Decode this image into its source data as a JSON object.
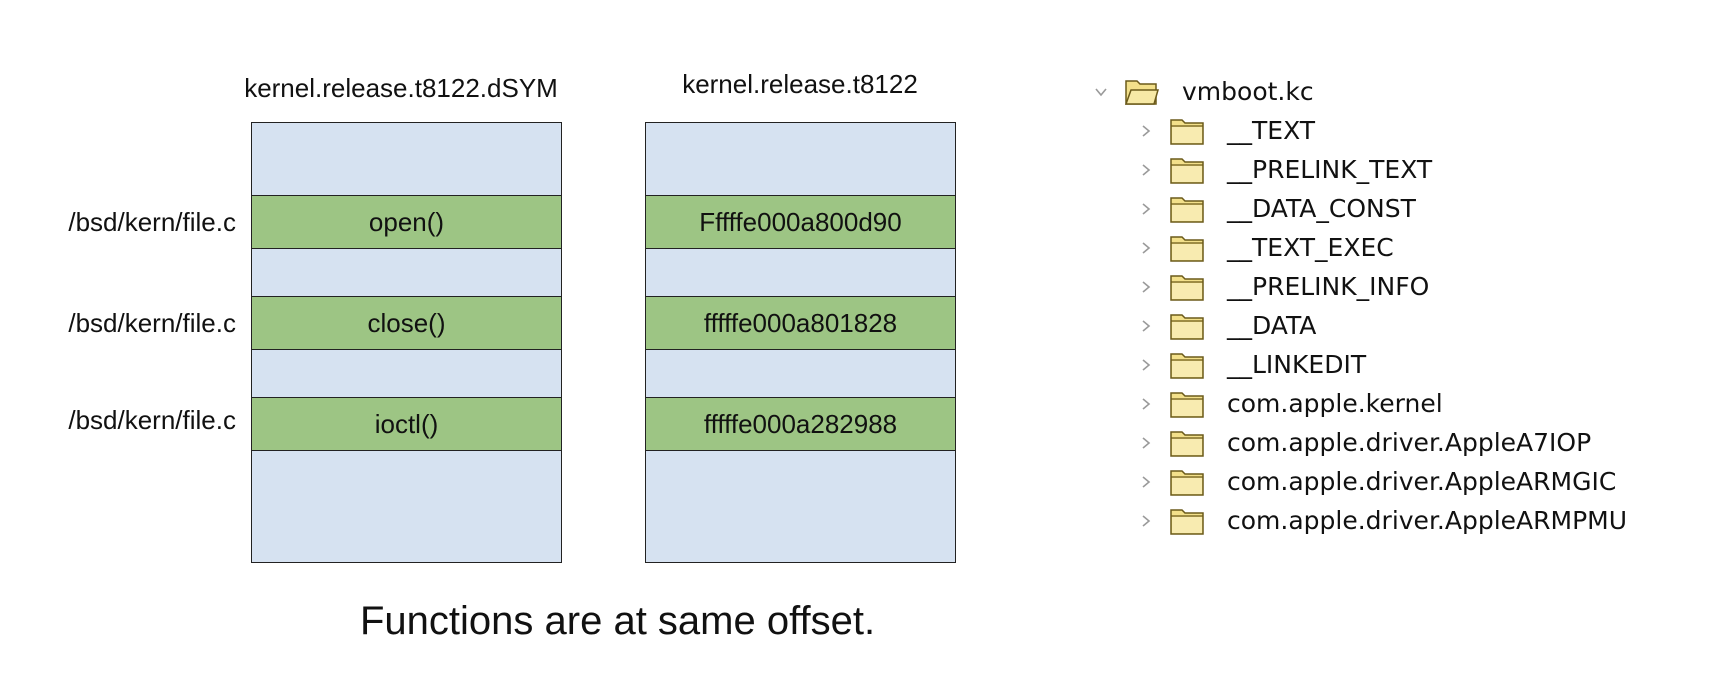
{
  "diagram": {
    "columns": [
      {
        "title": "kernel.release.t8122.dSYM",
        "blocks": [
          "open()",
          "close()",
          "ioctl()"
        ]
      },
      {
        "title": "kernel.release.t8122",
        "blocks": [
          "Fffffe000a800d90",
          "fffffe000a801828",
          "fffffe000a282988"
        ]
      }
    ],
    "row_labels": [
      "/bsd/kern/file.c",
      "/bsd/kern/file.c",
      "/bsd/kern/file.c"
    ],
    "caption": "Functions are at same offset.",
    "colors": {
      "column_fill": "#d6e2f1",
      "block_fill": "#9dc584",
      "border": "#222222"
    }
  },
  "file_tree": {
    "root": {
      "label": "vmboot.kc",
      "expanded": true,
      "icon": "folder-open-icon"
    },
    "children": [
      {
        "label": "__TEXT",
        "icon": "folder-icon"
      },
      {
        "label": "__PRELINK_TEXT",
        "icon": "folder-icon"
      },
      {
        "label": "__DATA_CONST",
        "icon": "folder-icon"
      },
      {
        "label": "__TEXT_EXEC",
        "icon": "folder-icon"
      },
      {
        "label": "__PRELINK_INFO",
        "icon": "folder-icon"
      },
      {
        "label": "__DATA",
        "icon": "folder-icon"
      },
      {
        "label": "__LINKEDIT",
        "icon": "folder-icon"
      },
      {
        "label": "com.apple.kernel",
        "icon": "folder-icon"
      },
      {
        "label": "com.apple.driver.AppleA7IOP",
        "icon": "folder-icon"
      },
      {
        "label": "com.apple.driver.AppleARMGIC",
        "icon": "folder-icon"
      },
      {
        "label": "com.apple.driver.AppleARMPMU",
        "icon": "folder-icon"
      }
    ]
  }
}
